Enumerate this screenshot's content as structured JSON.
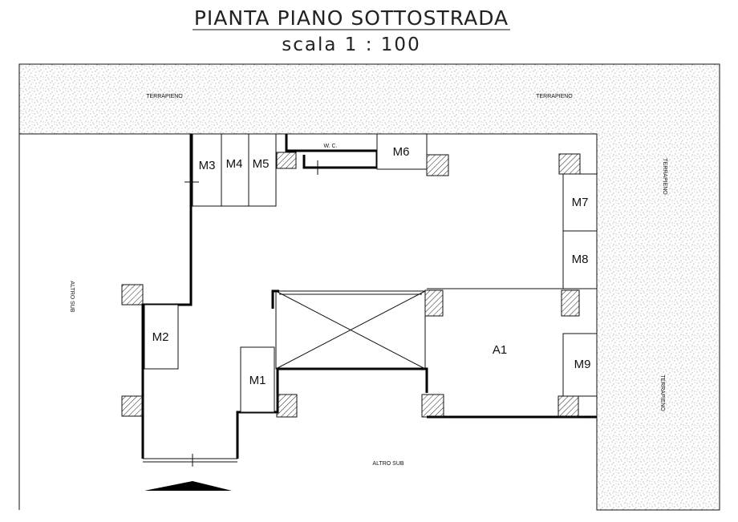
{
  "title": "PIANTA PIANO SOTTOSTRADA",
  "scale": "scala 1 : 100",
  "labels": {
    "terrapieno": "TERRAPIENO",
    "altro_sub": "ALTRO SUB",
    "wc": "W. C."
  },
  "rooms": {
    "m1": "M1",
    "m2": "M2",
    "m3": "M3",
    "m4": "M4",
    "m5": "M5",
    "m6": "M6",
    "m7": "M7",
    "m8": "M8",
    "m9": "M9",
    "a1": "A1"
  }
}
